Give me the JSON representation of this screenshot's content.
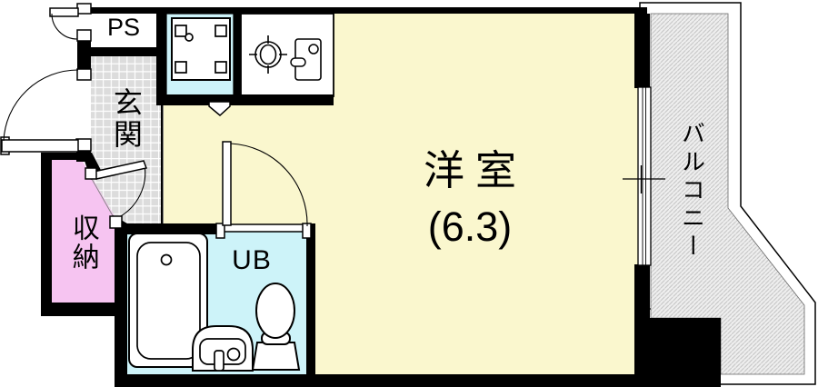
{
  "labels": {
    "pipe_space": "PS",
    "entrance": "玄関",
    "storage": "収納",
    "unit_bath": "UB",
    "room_name": "洋室",
    "room_size": "(6.3)",
    "balcony": "バルコニー"
  },
  "colors": {
    "background": "#ffffff",
    "wall": "#000000",
    "outline": "#000000",
    "room_fill": "#faf7ce",
    "water_fill": "#cdf3f9",
    "storage_fill": "#f6c4f1",
    "tile_fill": "#dcdcdc",
    "tile_line": "#ffffff",
    "hatch_fill": "#efefef",
    "hatch_line": "#c5c5c5",
    "fixture_fill": "#ffffff"
  },
  "fixtures": [
    "washing-machine-pan",
    "stove-burner",
    "kitchen-sink",
    "bathtub",
    "washbasin",
    "toilet"
  ],
  "doors": [
    "entrance-door",
    "pipe-space-door",
    "storage-door",
    "unit-bath-door"
  ],
  "openings": [
    "balcony-window",
    "room-entry-marker"
  ]
}
